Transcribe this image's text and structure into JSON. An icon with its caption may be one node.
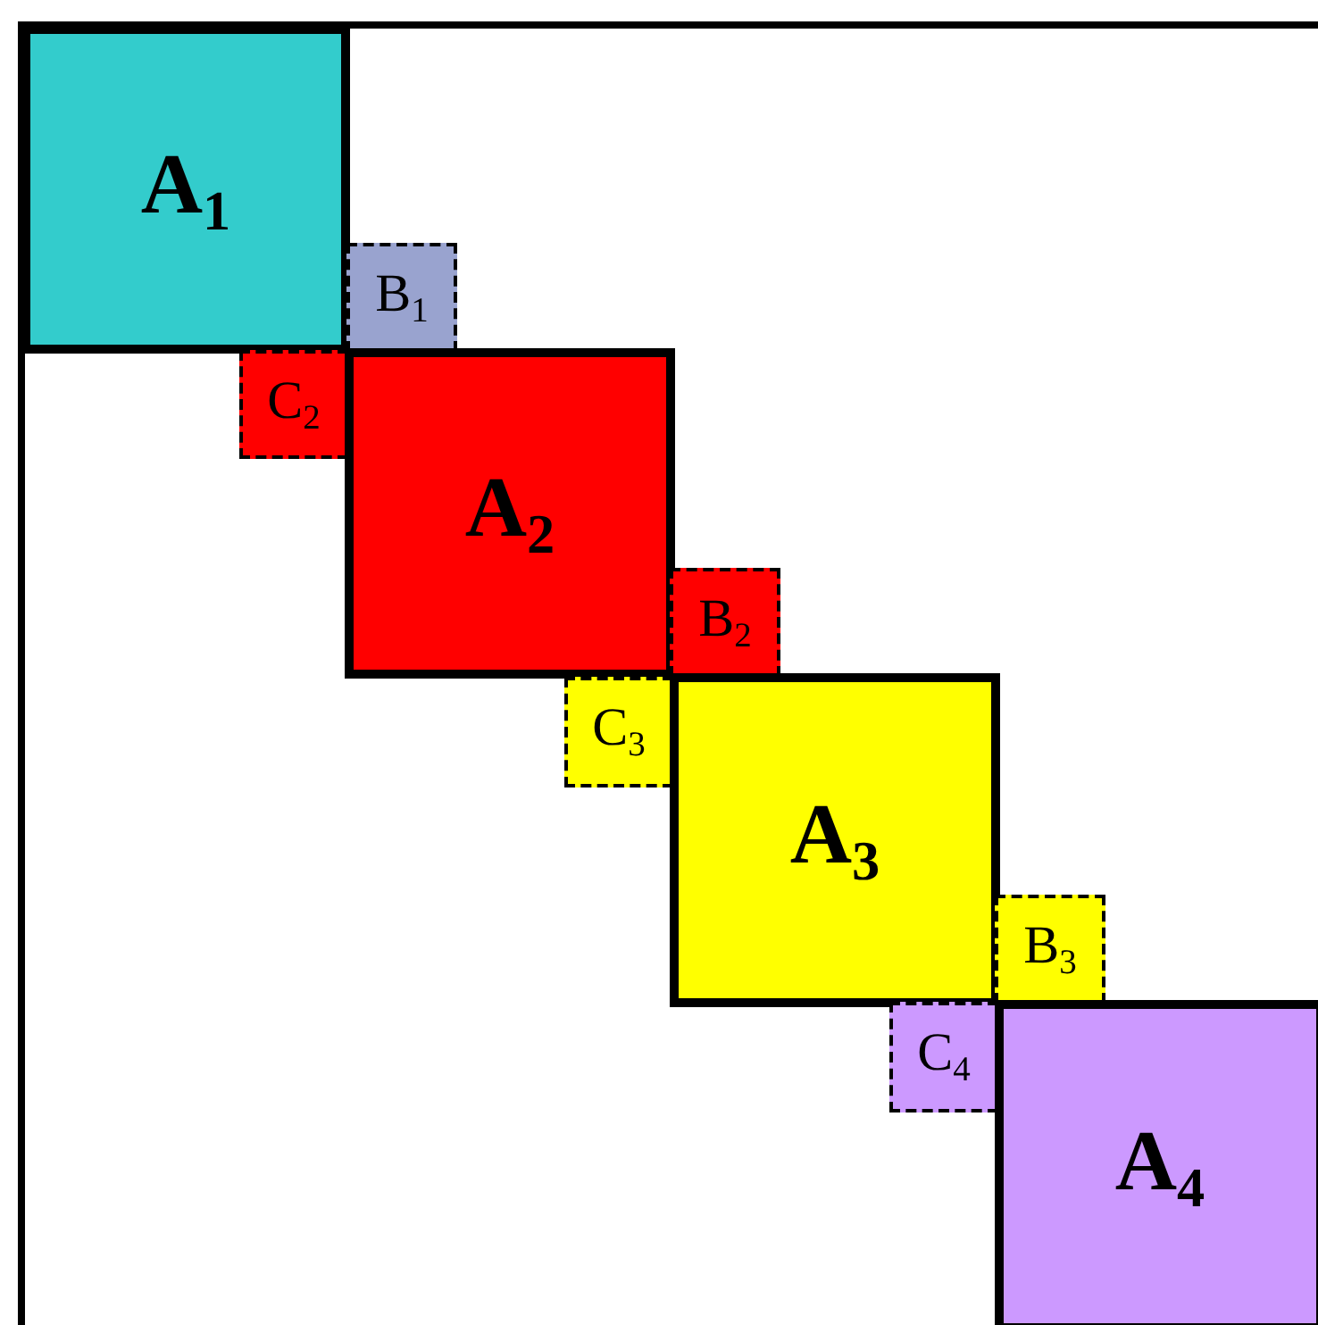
{
  "diagram": {
    "nodes": [
      {
        "text": [],
        "shape": "box"
      },
      {
        "text": [
          "A$_{1}$"
        ],
        "in": 0
      },
      {
        "text": [
          "B$_{1}$"
        ],
        "in": 0
      },
      {
        "text": [
          "C$_{2}$"
        ],
        "in": 0
      },
      {
        "text": [
          "A$_{2}$"
        ],
        "in": 0
      },
      {
        "text": [
          "B$_{2}$"
        ],
        "in": 0
      },
      {
        "text": [
          "C$_{3}$"
        ],
        "in": 0
      },
      {
        "text": [
          "A$_{3}$"
        ],
        "in": 0
      },
      {
        "text": [
          "B$_{3}$"
        ],
        "in": 0
      },
      {
        "text": [
          "C$_{4}$"
        ],
        "in": 0
      },
      {
        "text": [
          "A$_{4}$"
        ],
        "in": 0
      }
    ]
  }
}
